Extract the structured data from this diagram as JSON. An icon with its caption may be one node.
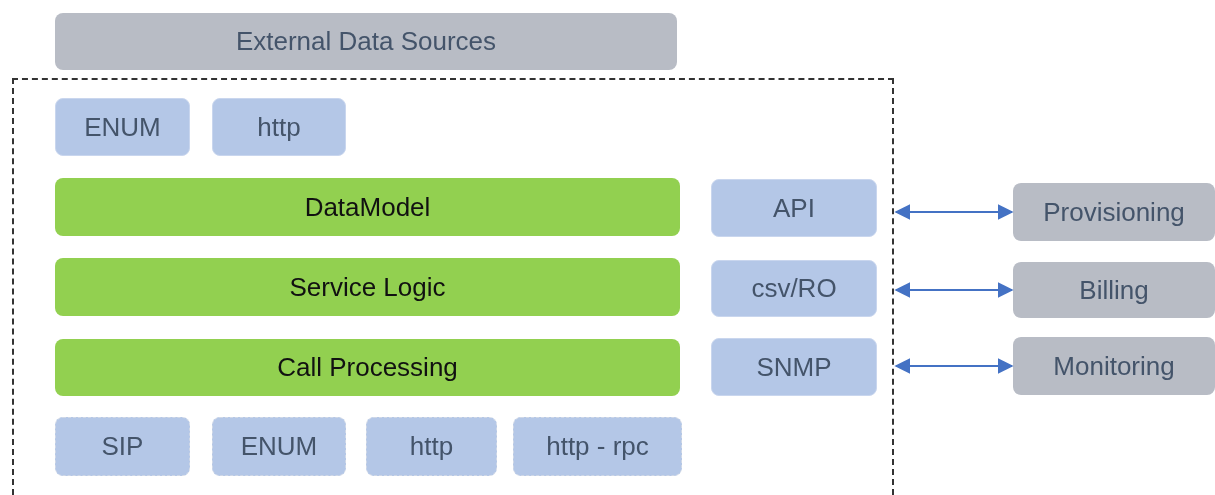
{
  "diagram": {
    "nodes": [
      {
        "text": [
          "External Data Sources"
        ]
      },
      {
        "text": [],
        "shape": "box"
      },
      {
        "text": [
          "ENUM"
        ],
        "in": 1
      },
      {
        "text": [
          "http"
        ],
        "in": 1
      },
      {
        "text": [
          "DataModel"
        ],
        "in": 1
      },
      {
        "text": [
          "API"
        ],
        "in": 1
      },
      {
        "text": [
          "Service Logic"
        ],
        "in": 1
      },
      {
        "text": [
          "csv/RO"
        ],
        "in": 1
      },
      {
        "text": [
          "Call Processing"
        ],
        "in": 1
      },
      {
        "text": [
          "SNMP"
        ],
        "in": 1
      },
      {
        "text": [
          "SIP"
        ],
        "in": 1
      },
      {
        "text": [
          "ENUM"
        ],
        "in": 1
      },
      {
        "text": [
          "http"
        ],
        "in": 1
      },
      {
        "text": [
          "http - rpc"
        ],
        "in": 1
      },
      {
        "text": [
          "Provisioning"
        ]
      },
      {
        "text": [
          "Billing"
        ]
      },
      {
        "text": [
          "Monitoring"
        ]
      }
    ],
    "edges": [
      {
        "from": 1,
        "to": 14,
        "arrow": "both"
      },
      {
        "from": 1,
        "to": 15,
        "arrow": "both"
      },
      {
        "from": 1,
        "to": 16,
        "arrow": "both"
      }
    ]
  }
}
